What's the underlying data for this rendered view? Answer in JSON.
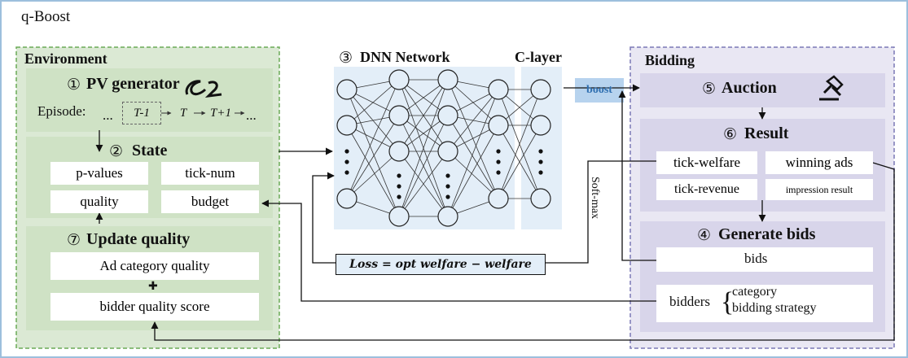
{
  "title": "q-Boost",
  "environment": {
    "label": "Environment",
    "pv_generator": {
      "number": "①",
      "label": "PV generator",
      "episode_label": "Episode:",
      "steps": [
        "T-1",
        "T",
        "T+1"
      ],
      "ellipsis": "..."
    },
    "state": {
      "number": "②",
      "label": "State",
      "fields": [
        "p-values",
        "tick-num",
        "quality",
        "budget"
      ]
    },
    "update_quality": {
      "number": "⑦",
      "label": "Update quality",
      "items": [
        "Ad category quality",
        "bidder quality score"
      ],
      "plus": "✚"
    }
  },
  "network": {
    "number": "③",
    "label": "DNN Network",
    "c_layer": "C-layer",
    "boost": "boost",
    "softmax": "Soft-max",
    "loss": "Loss = opt welfare − welfare"
  },
  "bidding": {
    "label": "Bidding",
    "auction": {
      "number": "⑤",
      "label": "Auction"
    },
    "result": {
      "number": "⑥",
      "label": "Result",
      "cells": [
        "tick-welfare",
        "winning ads",
        "tick-revenue",
        "impression result"
      ]
    },
    "generate_bids": {
      "number": "④",
      "label": "Generate bids",
      "bids": "bids",
      "bidders": "bidders",
      "bidder_attrs": [
        "category",
        "bidding strategy"
      ]
    }
  },
  "colors": {
    "env_fill": "#dbe9d4",
    "env_border": "#6aaa57",
    "env_panel": "#cfe2c5",
    "bid_fill": "#e9e7f3",
    "bid_border": "#7b78b6",
    "bid_panel": "#d8d5ea",
    "network_fill": "#e3eef8",
    "boost_fill": "#b7d3ee",
    "boost_text": "#2f6fb0"
  }
}
